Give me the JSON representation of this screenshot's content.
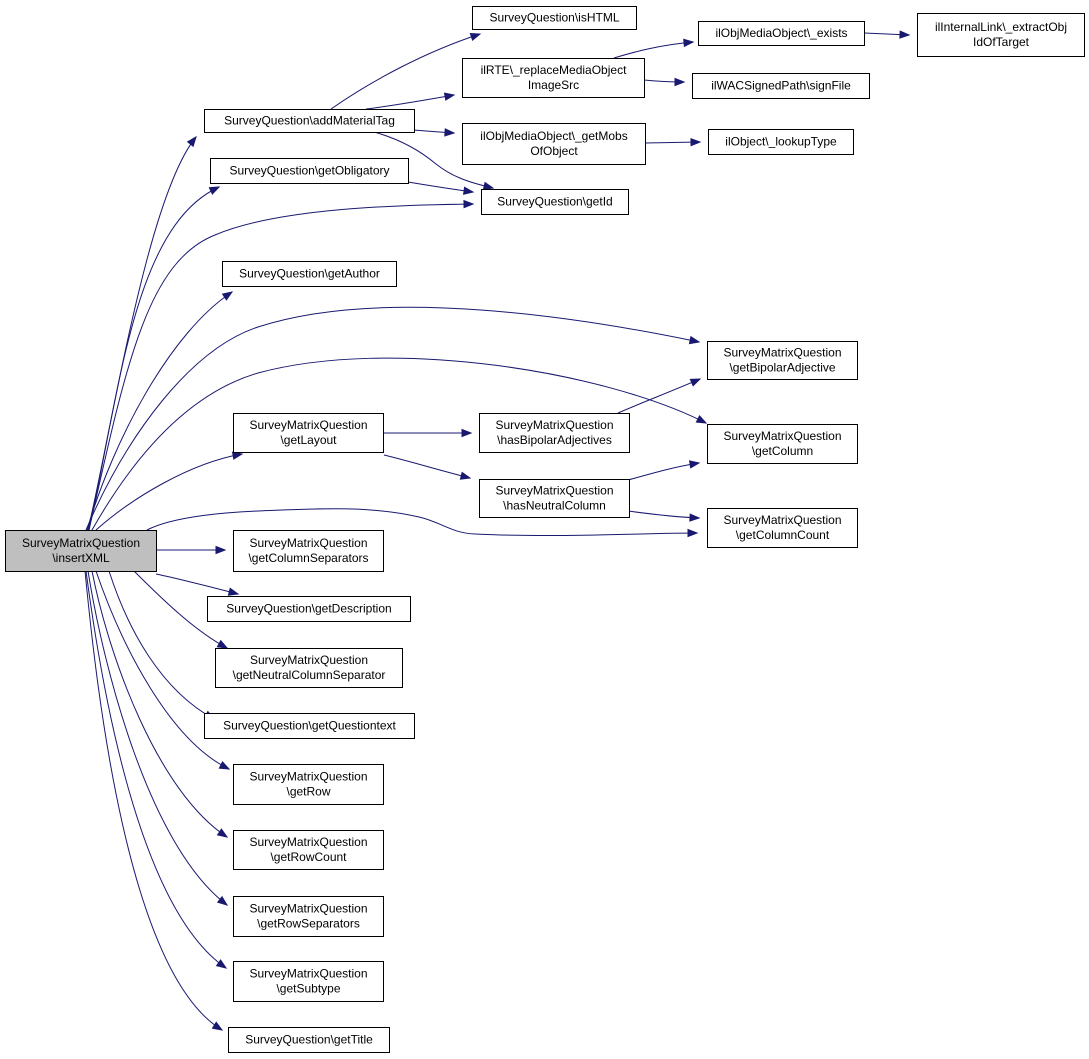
{
  "graph": {
    "nodes": [
      {
        "id": "n0",
        "lines": [
          "SurveyMatrixQuestion",
          "\\insertXML"
        ],
        "root": true
      },
      {
        "id": "n1",
        "lines": [
          "SurveyQuestion\\addMaterialTag"
        ]
      },
      {
        "id": "n2",
        "lines": [
          "SurveyQuestion\\isHTML"
        ]
      },
      {
        "id": "n3",
        "lines": [
          "ilRTE\\_replaceMediaObject",
          "ImageSrc"
        ]
      },
      {
        "id": "n4",
        "lines": [
          "ilObjMediaObject\\_exists"
        ]
      },
      {
        "id": "n5",
        "lines": [
          "ilInternalLink\\_extractObj",
          "IdOfTarget"
        ]
      },
      {
        "id": "n6",
        "lines": [
          "ilWACSignedPath\\signFile"
        ]
      },
      {
        "id": "n7",
        "lines": [
          "ilObjMediaObject\\_getMobs",
          "OfObject"
        ]
      },
      {
        "id": "n8",
        "lines": [
          "ilObject\\_lookupType"
        ]
      },
      {
        "id": "n9",
        "lines": [
          "SurveyQuestion\\getObligatory"
        ]
      },
      {
        "id": "n10",
        "lines": [
          "SurveyQuestion\\getId"
        ]
      },
      {
        "id": "n11",
        "lines": [
          "SurveyQuestion\\getAuthor"
        ]
      },
      {
        "id": "n12",
        "lines": [
          "SurveyMatrixQuestion",
          "\\getBipolarAdjective"
        ]
      },
      {
        "id": "n13",
        "lines": [
          "SurveyMatrixQuestion",
          "\\getLayout"
        ]
      },
      {
        "id": "n14",
        "lines": [
          "SurveyMatrixQuestion",
          "\\hasBipolarAdjectives"
        ]
      },
      {
        "id": "n15",
        "lines": [
          "SurveyMatrixQuestion",
          "\\getColumn"
        ]
      },
      {
        "id": "n16",
        "lines": [
          "SurveyMatrixQuestion",
          "\\hasNeutralColumn"
        ]
      },
      {
        "id": "n17",
        "lines": [
          "SurveyMatrixQuestion",
          "\\getColumnCount"
        ]
      },
      {
        "id": "n18",
        "lines": [
          "SurveyMatrixQuestion",
          "\\getColumnSeparators"
        ]
      },
      {
        "id": "n19",
        "lines": [
          "SurveyQuestion\\getDescription"
        ]
      },
      {
        "id": "n20",
        "lines": [
          "SurveyMatrixQuestion",
          "\\getNeutralColumnSeparator"
        ]
      },
      {
        "id": "n21",
        "lines": [
          "SurveyQuestion\\getQuestiontext"
        ]
      },
      {
        "id": "n22",
        "lines": [
          "SurveyMatrixQuestion",
          "\\getRow"
        ]
      },
      {
        "id": "n23",
        "lines": [
          "SurveyMatrixQuestion",
          "\\getRowCount"
        ]
      },
      {
        "id": "n24",
        "lines": [
          "SurveyMatrixQuestion",
          "\\getRowSeparators"
        ]
      },
      {
        "id": "n25",
        "lines": [
          "SurveyMatrixQuestion",
          "\\getSubtype"
        ]
      },
      {
        "id": "n26",
        "lines": [
          "SurveyQuestion\\getTitle"
        ]
      }
    ],
    "edges": [
      {
        "from": "n0",
        "to": "n1"
      },
      {
        "from": "n0",
        "to": "n9"
      },
      {
        "from": "n0",
        "to": "n10"
      },
      {
        "from": "n0",
        "to": "n11"
      },
      {
        "from": "n0",
        "to": "n12"
      },
      {
        "from": "n0",
        "to": "n15"
      },
      {
        "from": "n0",
        "to": "n13"
      },
      {
        "from": "n0",
        "to": "n17"
      },
      {
        "from": "n0",
        "to": "n18"
      },
      {
        "from": "n0",
        "to": "n19"
      },
      {
        "from": "n0",
        "to": "n20"
      },
      {
        "from": "n0",
        "to": "n21"
      },
      {
        "from": "n0",
        "to": "n22"
      },
      {
        "from": "n0",
        "to": "n23"
      },
      {
        "from": "n0",
        "to": "n24"
      },
      {
        "from": "n0",
        "to": "n25"
      },
      {
        "from": "n0",
        "to": "n26"
      },
      {
        "from": "n1",
        "to": "n2"
      },
      {
        "from": "n1",
        "to": "n3"
      },
      {
        "from": "n1",
        "to": "n7"
      },
      {
        "from": "n1",
        "to": "n10"
      },
      {
        "from": "n3",
        "to": "n4"
      },
      {
        "from": "n3",
        "to": "n6"
      },
      {
        "from": "n4",
        "to": "n5"
      },
      {
        "from": "n7",
        "to": "n8"
      },
      {
        "from": "n9",
        "to": "n10"
      },
      {
        "from": "n13",
        "to": "n14"
      },
      {
        "from": "n13",
        "to": "n16"
      },
      {
        "from": "n14",
        "to": "n12"
      },
      {
        "from": "n16",
        "to": "n15"
      },
      {
        "from": "n16",
        "to": "n17"
      }
    ]
  },
  "colors": {
    "edge": "#191970",
    "node_border": "#000000",
    "node_fill": "#ffffff",
    "root_fill": "#bfbfbf"
  }
}
